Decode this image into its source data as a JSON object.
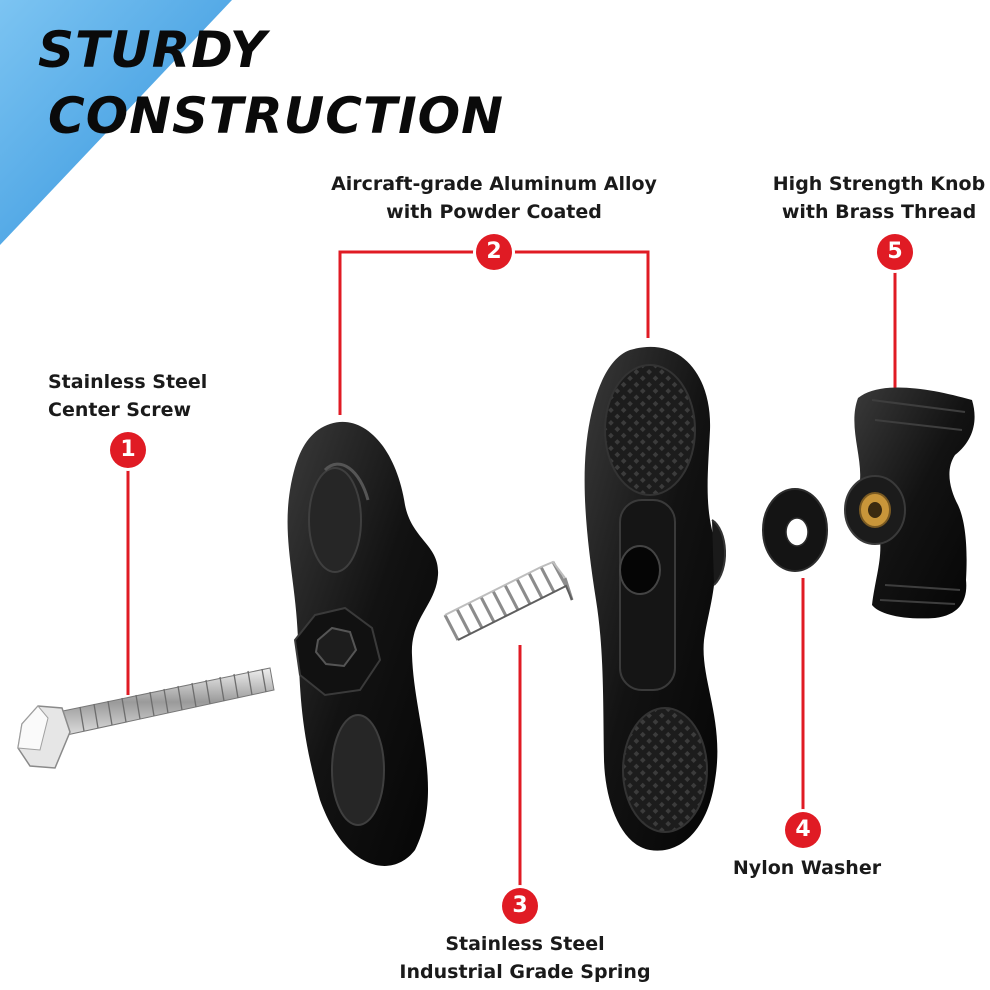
{
  "headline": {
    "line1": "STURDY",
    "line2": "CONSTRUCTION"
  },
  "callouts": [
    {
      "number": "1",
      "line1": "Stainless Steel",
      "line2": "Center Screw"
    },
    {
      "number": "2",
      "line1": "Aircraft-grade Aluminum Alloy",
      "line2": "with Powder Coated"
    },
    {
      "number": "3",
      "line1": "Stainless Steel",
      "line2": "Industrial Grade Spring"
    },
    {
      "number": "4",
      "line1": "Nylon Washer",
      "line2": ""
    },
    {
      "number": "5",
      "line1": "High Strength Knob",
      "line2": "with Brass Thread"
    }
  ],
  "colors": {
    "accent": "#e01b24",
    "corner_band": "#3aa3e6",
    "part_black": "#141414",
    "steel": "#c8c8c8",
    "brass": "#c9963a"
  }
}
